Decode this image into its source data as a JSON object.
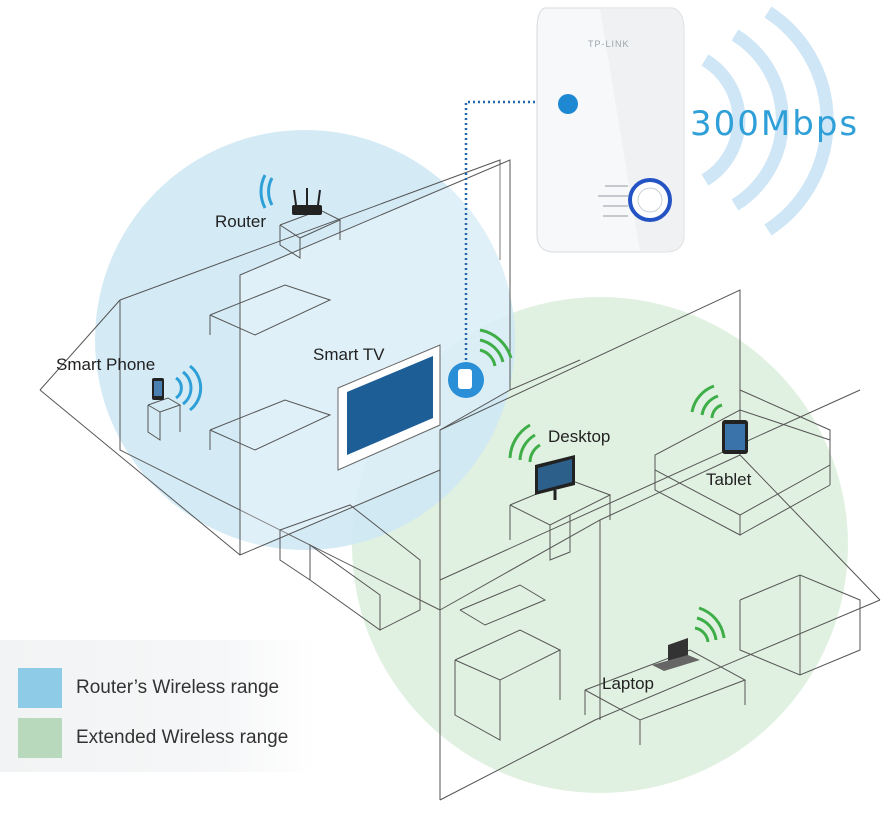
{
  "device": {
    "brand": "TP-LINK",
    "speed": "300Mbps"
  },
  "labels": {
    "router": "Router",
    "smart_phone": "Smart Phone",
    "smart_tv": "Smart TV",
    "desktop": "Desktop",
    "tablet": "Tablet",
    "laptop": "Laptop"
  },
  "legend": {
    "items": [
      {
        "label": "Router’s Wireless range",
        "color": "#8dcbe6"
      },
      {
        "label": "Extended Wireless range",
        "color": "#b9d9bd"
      }
    ]
  },
  "colors": {
    "router_range": "#cfe9f5",
    "extended_range": "#d9efdb",
    "signal_green": "#3fae49",
    "signal_blue": "#2f9fd8",
    "tv_screen": "#1e5e96"
  }
}
